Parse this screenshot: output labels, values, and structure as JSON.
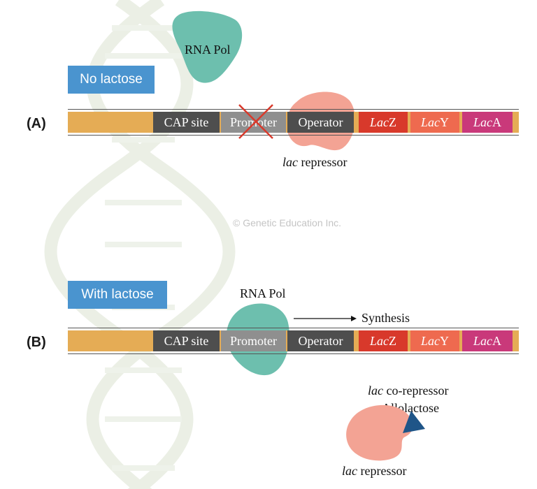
{
  "watermark": "© Genetic Education Inc.",
  "colors": {
    "label_bg": "#4a94cf",
    "dna_strip": "#e5ac55",
    "cap_site": "#4e4e4e",
    "promoter": "#8f8f8f",
    "operator": "#4e4e4e",
    "lacZ": "#d8392b",
    "lacY": "#ee6a4f",
    "lacA": "#c9397a",
    "rna_pol": "#6dbfae",
    "repressor": "#f3a394",
    "allolactose": "#1f5588",
    "cross": "#d8392b"
  },
  "panel_a": {
    "label": "(A)",
    "condition": "No lactose",
    "rna_pol_label": "RNA Pol",
    "repressor_label": "repressor",
    "repressor_italic": "lac",
    "segments": [
      {
        "text": "CAP site",
        "italic": ""
      },
      {
        "text": "Promoter",
        "italic": ""
      },
      {
        "text": "Operator",
        "italic": ""
      },
      {
        "text": "Z",
        "italic": "Lac"
      },
      {
        "text": "Y",
        "italic": "Lac"
      },
      {
        "text": "A",
        "italic": "Lac"
      }
    ]
  },
  "panel_b": {
    "label": "(B)",
    "condition": "With lactose",
    "rna_pol_label": "RNA Pol",
    "synthesis_label": "Synthesis",
    "co_repressor_italic": "lac",
    "co_repressor_label": "co-repressor",
    "allolactose_label": "Allolactose",
    "repressor_italic": "lac",
    "repressor_label": "repressor",
    "segments": [
      {
        "text": "CAP site",
        "italic": ""
      },
      {
        "text": "Promoter",
        "italic": ""
      },
      {
        "text": "Operator",
        "italic": ""
      },
      {
        "text": "Z",
        "italic": "Lac"
      },
      {
        "text": "Y",
        "italic": "Lac"
      },
      {
        "text": "A",
        "italic": "Lac"
      }
    ]
  }
}
